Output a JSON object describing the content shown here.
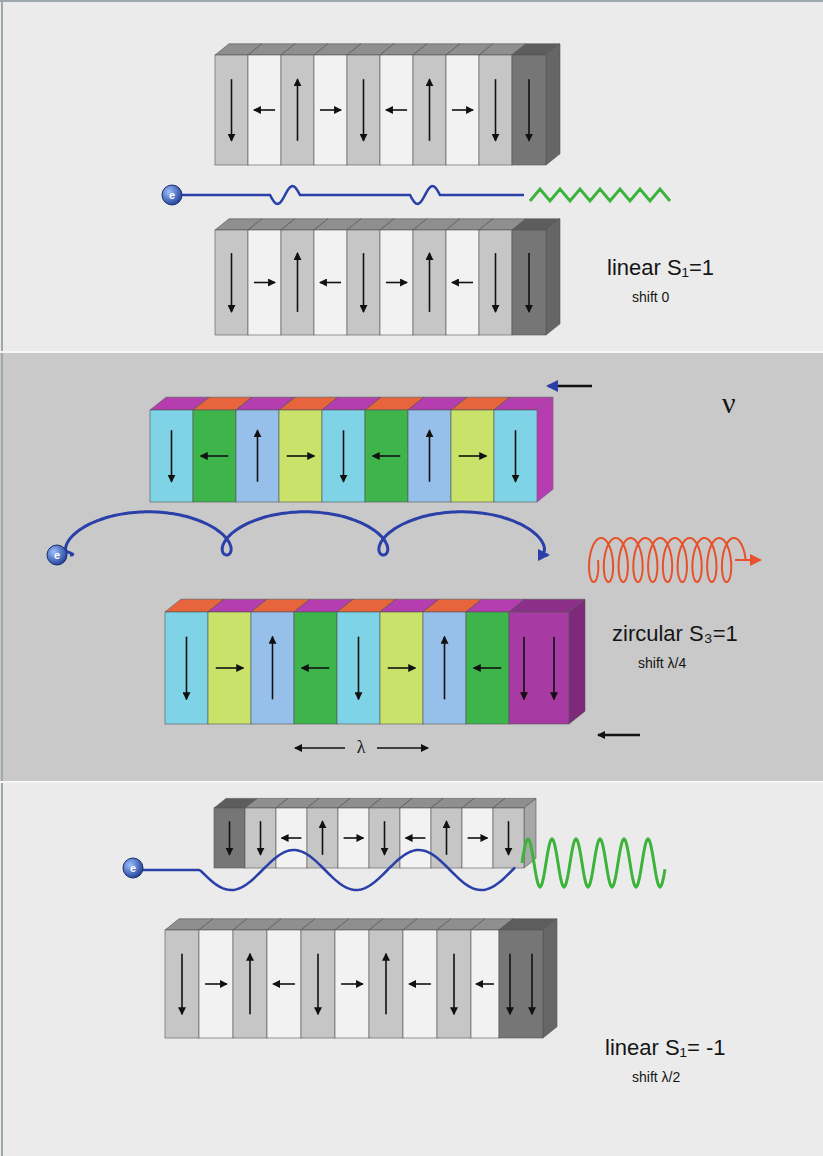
{
  "diagram": {
    "labels": [
      "e",
      "linear S₁=1",
      "shift 0",
      "ν",
      "e",
      "zircular S₃=1",
      "shift λ/4",
      "λ",
      "e",
      "linear S₁= -1",
      "shift λ/2"
    ]
  }
}
